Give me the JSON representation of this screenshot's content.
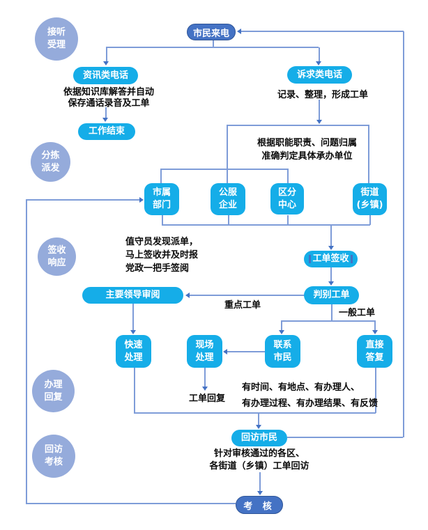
{
  "stages": {
    "answer_accept": "接听\n受理",
    "sort_dispatch": "分拣\n派发",
    "sign_respond": "签收\n响应",
    "handle_reply": "办理\n回复",
    "visit_assess": "回访\n考核"
  },
  "nodes": {
    "citizen_call": "市民来电",
    "info_call": "资讯类电话",
    "appeal_call": "诉求类电话",
    "work_end": "工作结束",
    "city_dept": "市属\n部门",
    "public_service_enterprise": "公服\n企业",
    "district_sub_center": "区分\n中心",
    "street_town": "街道\n(乡镇)",
    "order_sign": "工单签收",
    "order_judge": "判别工单",
    "leader_review": "主要领导审阅",
    "fast_handle": "快速\n处理",
    "onsite_handle": "现场\n处理",
    "contact_citizen": "联系\n市民",
    "direct_reply": "直接\n答复",
    "visit_citizen": "回访市民",
    "assessment": "考 核"
  },
  "notes": {
    "info_note": "依据知识库解答并自动\n保存通话录音及工单",
    "appeal_note": "记录、整理，形成工单",
    "assign_note": "根据职能职责、问题归属\n准确判定具体承办单位",
    "duty_note": "值守员发现派单，\n马上签收并及时报\n党政一把手签阅",
    "key_order_label": "重点工单",
    "general_order_label": "一般工单",
    "order_reply_label": "工单回复",
    "handle_note": "有时间、有地点、有办理人、\n有办理过程、有办理结果、有反馈",
    "visit_note": "针对审核通过的各区、\n各街道（乡镇）工单回访"
  },
  "colors": {
    "node_cyan": "#15ADE8",
    "node_dark_blue": "#4472C4",
    "stage_circle_blue": "#95ABDB",
    "connector_blue": "#7E9CD8",
    "arrow_blue": "#4472C4"
  }
}
